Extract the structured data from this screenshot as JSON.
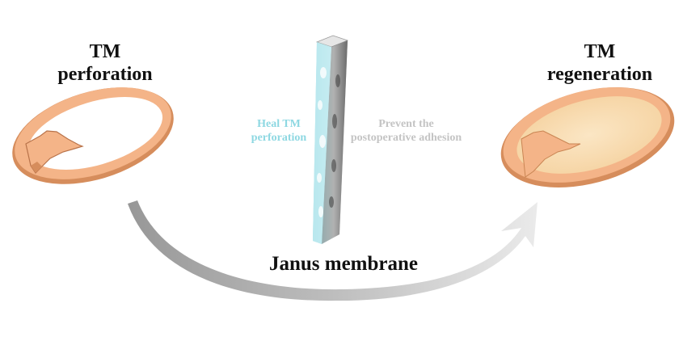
{
  "diagram": {
    "left_title": {
      "line1": "TM",
      "line2": "perforation"
    },
    "right_title": {
      "line1": "TM",
      "line2": "regeneration"
    },
    "heal_label": {
      "line1": "Heal TM",
      "line2": "perforation"
    },
    "prevent_label": {
      "line1": "Prevent the",
      "line2": "postoperative adhesion"
    },
    "membrane_label": "Janus membrane",
    "colors": {
      "ring": "#f4b488",
      "ring_shadow": "#d68d5c",
      "regenerated_fill": "#f9dcb3",
      "healing_side": "#8ed8e2",
      "adhesion_side": "#c4c4c4",
      "arrow": "#bdbdbd"
    }
  }
}
